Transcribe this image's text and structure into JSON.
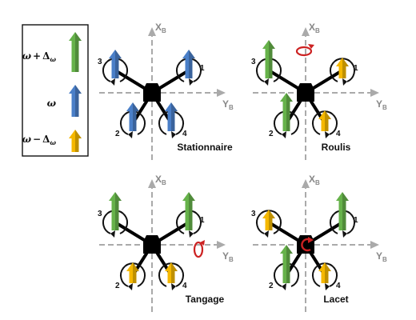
{
  "legend": {
    "items": [
      {
        "symbol": "ω",
        "op": "+",
        "delta": "Δ",
        "sub": "ω",
        "color": "#66b24a",
        "icon": "up-arrow-icon",
        "magnitude": "large"
      },
      {
        "symbol": "ω",
        "op": "",
        "delta": "",
        "sub": "",
        "color": "#4a7fc8",
        "icon": "up-arrow-icon",
        "magnitude": "medium"
      },
      {
        "symbol": "ω",
        "op": "−",
        "delta": "Δ",
        "sub": "ω",
        "color": "#f5b800",
        "icon": "up-arrow-icon",
        "magnitude": "small"
      }
    ]
  },
  "axes": {
    "x_label": "X",
    "y_label": "Y",
    "subscript": "B",
    "color": "#aaaaaa"
  },
  "colors": {
    "increase": "#66b24a",
    "nominal": "#4a7fc8",
    "decrease": "#f5b800",
    "rotation": "#cc2222",
    "body": "#000000"
  },
  "panels": [
    {
      "label": "Stationnaire",
      "rotation_icon": "none",
      "motors": [
        {
          "num": "1",
          "level": "nominal"
        },
        {
          "num": "2",
          "level": "nominal"
        },
        {
          "num": "3",
          "level": "nominal"
        },
        {
          "num": "4",
          "level": "nominal"
        }
      ]
    },
    {
      "label": "Roulis",
      "rotation_icon": "roll",
      "motors": [
        {
          "num": "1",
          "level": "decrease"
        },
        {
          "num": "2",
          "level": "increase"
        },
        {
          "num": "3",
          "level": "increase"
        },
        {
          "num": "4",
          "level": "decrease"
        }
      ]
    },
    {
      "label": "Tangage",
      "rotation_icon": "pitch",
      "motors": [
        {
          "num": "1",
          "level": "increase"
        },
        {
          "num": "2",
          "level": "decrease"
        },
        {
          "num": "3",
          "level": "increase"
        },
        {
          "num": "4",
          "level": "decrease"
        }
      ]
    },
    {
      "label": "Lacet",
      "rotation_icon": "yaw",
      "motors": [
        {
          "num": "1",
          "level": "increase"
        },
        {
          "num": "2",
          "level": "increase"
        },
        {
          "num": "3",
          "level": "decrease"
        },
        {
          "num": "4",
          "level": "decrease"
        }
      ]
    }
  ]
}
